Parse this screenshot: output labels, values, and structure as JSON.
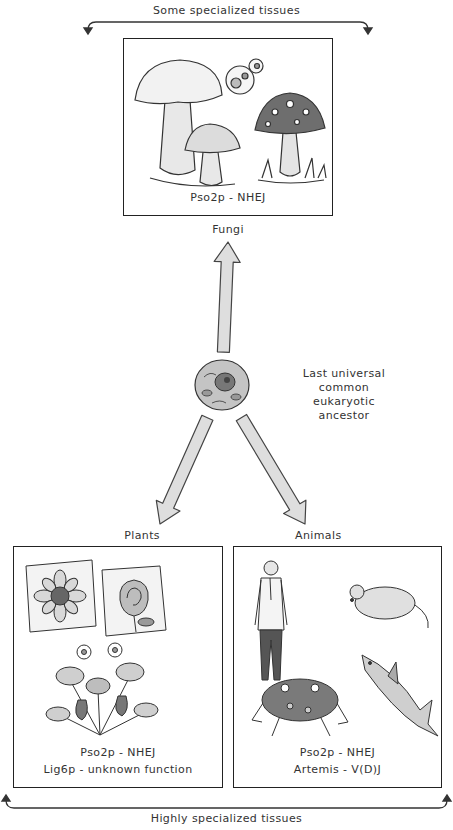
{
  "diagram": {
    "nodes": [
      {
        "text": [
          "Pso2p - NHEJ",
          "Fungi"
        ]
      },
      {
        "text": [
          "Last universal common eukaryotic ancestor"
        ]
      },
      {
        "text": [
          "Plants",
          "Pso2p - NHEJ",
          "Lig6p - unknown function"
        ]
      },
      {
        "text": [
          "Animals",
          "Pso2p - NHEJ",
          "Artemis - V(D)J"
        ]
      }
    ],
    "edges": [
      {
        "from": 1,
        "to": 0,
        "arrow": "to"
      },
      {
        "from": 1,
        "to": 2,
        "arrow": "to"
      },
      {
        "from": 1,
        "to": 3,
        "arrow": "to"
      }
    ],
    "labels": [
      "Some specialized tissues",
      "Highly specialized tissues"
    ]
  }
}
